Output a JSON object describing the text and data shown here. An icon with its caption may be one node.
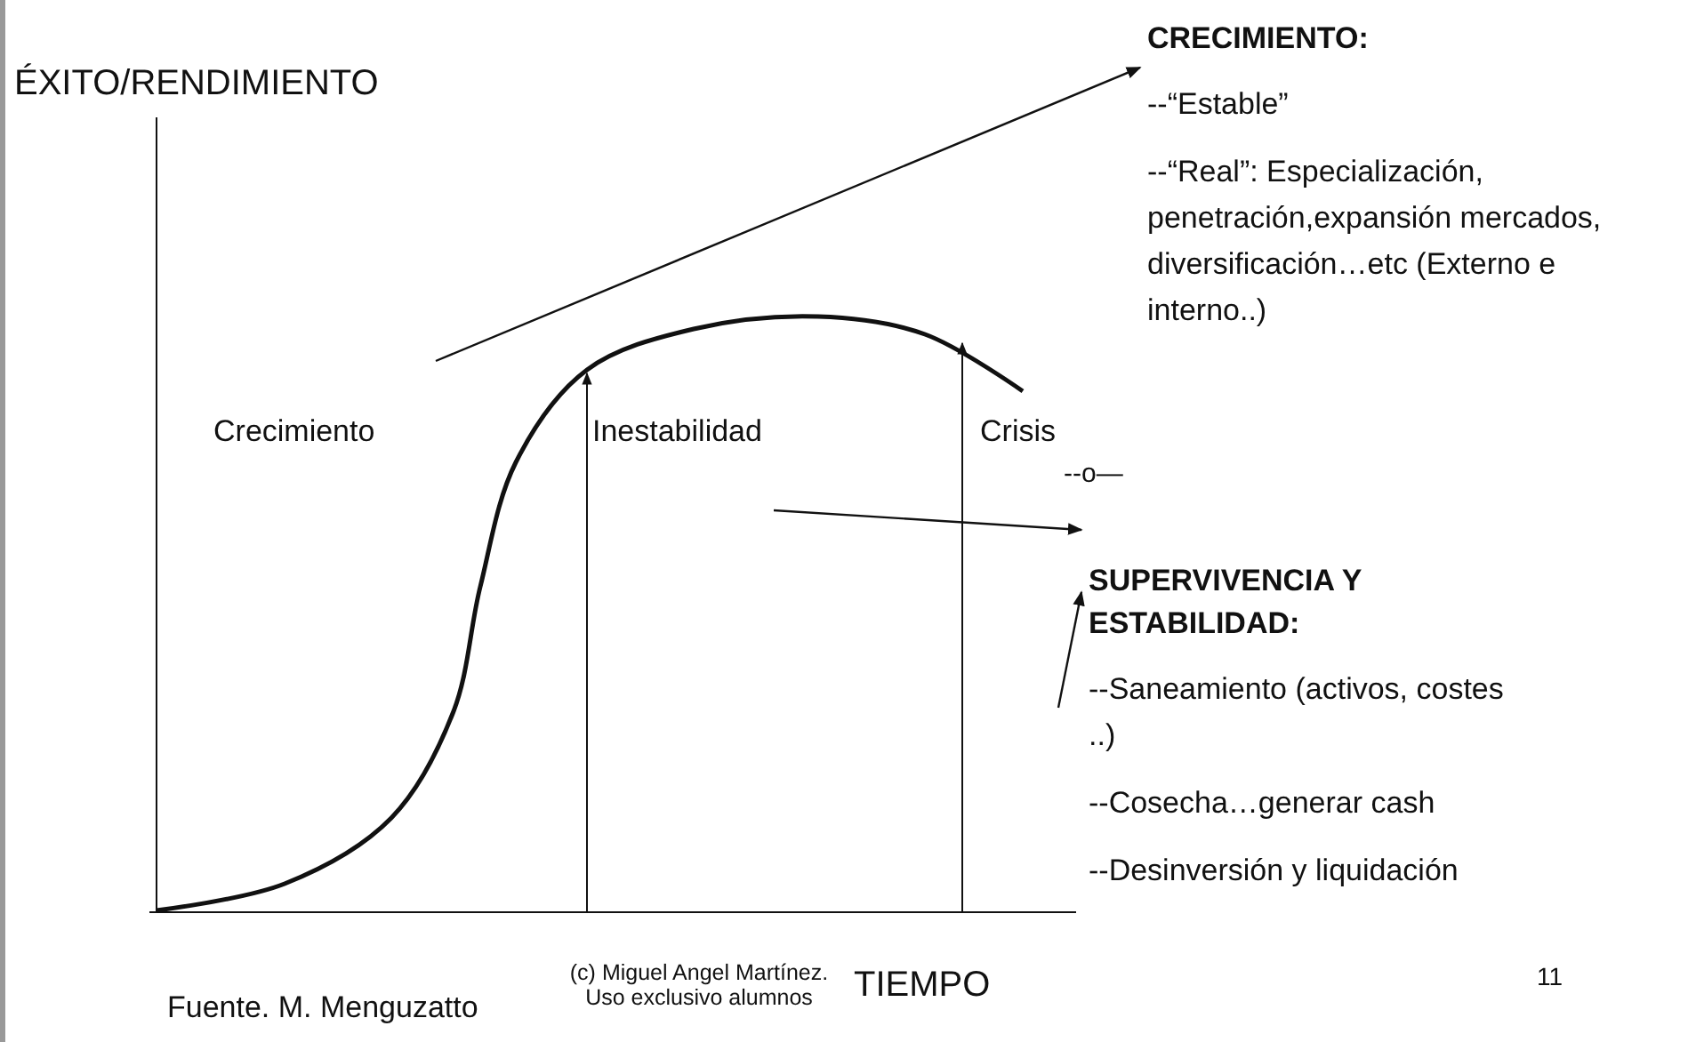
{
  "diagram": {
    "nodes": [
      {
        "text": [
          "CRECIMIENTO:",
          "--“Estable”",
          "--“Real”: Especialización, penetración,expansión mercados, diversificación…etc (Externo e interno..)"
        ]
      },
      {
        "text": [
          "SUPERVIVENCIA Y ESTABILIDAD:",
          "--Saneamiento (activos, costes ..)",
          "--Cosecha…generar cash",
          "--Desinversión y liquidación"
        ]
      }
    ],
    "edges": [
      {
        "from": null,
        "to": 0,
        "arrow": "to"
      },
      {
        "from": null,
        "to": 1,
        "arrow": "to"
      },
      {
        "from": null,
        "to": 1,
        "arrow": "to"
      }
    ],
    "labels": [
      "ÉXITO/RENDIMIENTO",
      "Crecimiento",
      "Inestabilidad",
      "Crisis",
      "--o—",
      "Fuente. M. Menguzatto",
      "(c) Miguel Angel Martínez. Uso exclusivo alumnos",
      "TIEMPO",
      "11"
    ]
  }
}
